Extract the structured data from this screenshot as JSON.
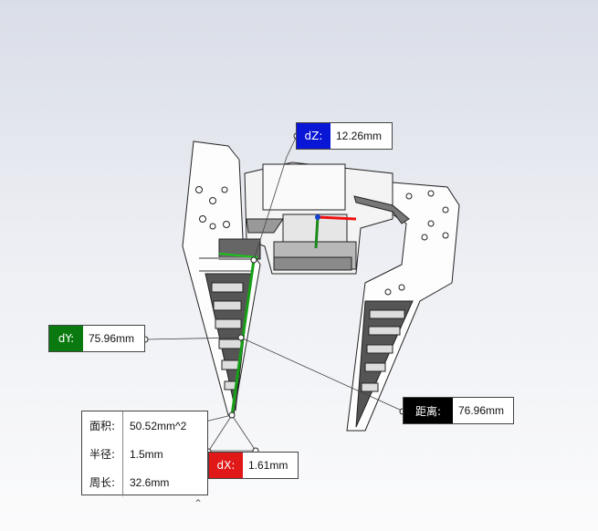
{
  "callouts": {
    "dz": {
      "label": "dZ:",
      "value": "12.26mm",
      "color": "#0a16d6"
    },
    "dy": {
      "label": "dY:",
      "value": "75.96mm",
      "color": "#0a7a10"
    },
    "dx": {
      "label": "dX:",
      "value": "1.61mm",
      "color": "#e01818"
    },
    "distance": {
      "label": "距离:",
      "value": "76.96mm",
      "color": "#000000"
    }
  },
  "properties": {
    "area": {
      "label": "面积:",
      "value": "50.52mm^2"
    },
    "radius": {
      "label": "半径:",
      "value": "1.5mm"
    },
    "perimeter": {
      "label": "周长:",
      "value": "32.6mm"
    }
  },
  "toggle_icon": "chevron-up-icon",
  "toggle_glyph": "⌃"
}
